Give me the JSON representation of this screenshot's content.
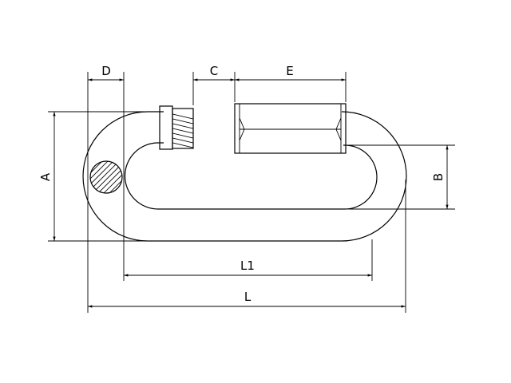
{
  "diagram": {
    "labels": {
      "D": "D",
      "C": "C",
      "E": "E",
      "A": "A",
      "B": "B",
      "L1": "L1",
      "L": "L"
    }
  }
}
